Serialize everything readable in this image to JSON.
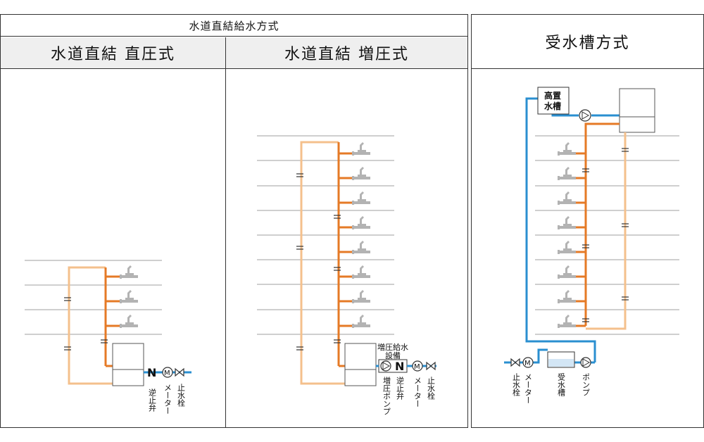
{
  "headers": {
    "group_title": "水道直結給水方式",
    "direct_title": "水道直結 直圧式",
    "booster_title": "水道直結 増圧式",
    "tank_title": "受水槽方式"
  },
  "labels": {
    "check_valve": "逆止弁",
    "meter": "メーター",
    "stop_valve": "止水栓",
    "booster_pump": "増圧ポンプ",
    "booster_equipment_line1": "増圧給水",
    "booster_equipment_line2": "設備",
    "elevated_tank_line1": "高置",
    "elevated_tank_line2": "水槽",
    "receiving_tank": "受水槽",
    "pump": "ポンプ",
    "meter_symbol": "M",
    "check_symbol": "N"
  },
  "colors": {
    "main_pipe": "#2a8fd0",
    "riser_dark": "#e57a26",
    "riser_light": "#f4c08c",
    "floor_line": "#cfcfcf",
    "faucet": "#b3b3b3",
    "header_bg": "#efefef",
    "border": "#333333"
  }
}
